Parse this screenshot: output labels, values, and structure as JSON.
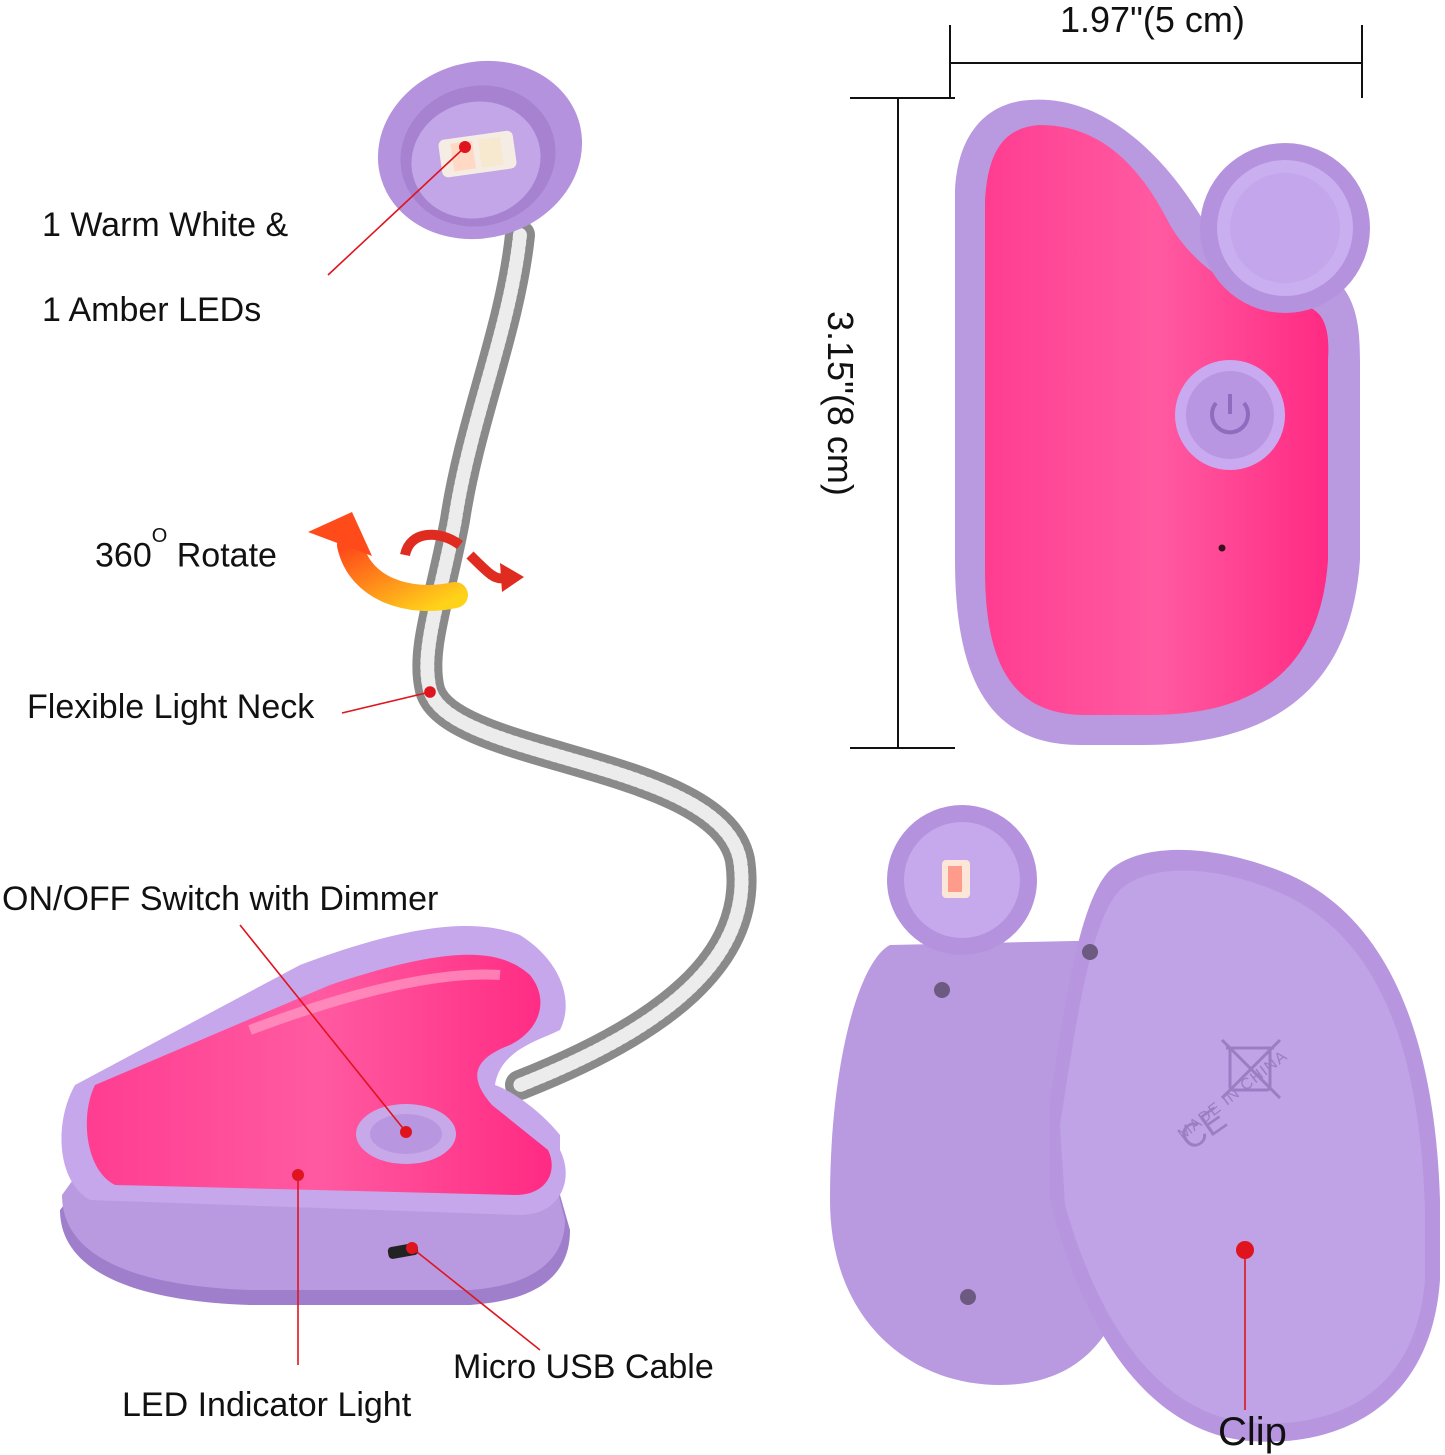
{
  "labels": {
    "leds_line1": "1 Warm White &",
    "leds_line2": "1 Amber LEDs",
    "rotate_number": "360",
    "rotate_degree": "O",
    "rotate_text": "Rotate",
    "neck": "Flexible Light Neck",
    "switch": "ON/OFF Switch with Dimmer",
    "usb": "Micro USB Cable",
    "indicator": "LED Indicator Light",
    "clip": "Clip"
  },
  "dimensions": {
    "width": "1.97\"(5 cm)",
    "height": "3.15\"(8 cm)"
  },
  "back_marks": {
    "ce": "CE",
    "origin": "MADE IN CHINA"
  },
  "colors": {
    "lavender": "#b99ae0",
    "lavender_dark": "#9c7bc9",
    "pink": "#ff2f8a",
    "pink_light": "#ff6aa9",
    "marker_red": "#e0141e",
    "arrow_orange": "#f59a1a",
    "arrow_red": "#e02b20"
  },
  "icons": [
    "power-icon",
    "rotate-arrow-icon",
    "recycle-bin-icon",
    "ce-mark-icon"
  ]
}
